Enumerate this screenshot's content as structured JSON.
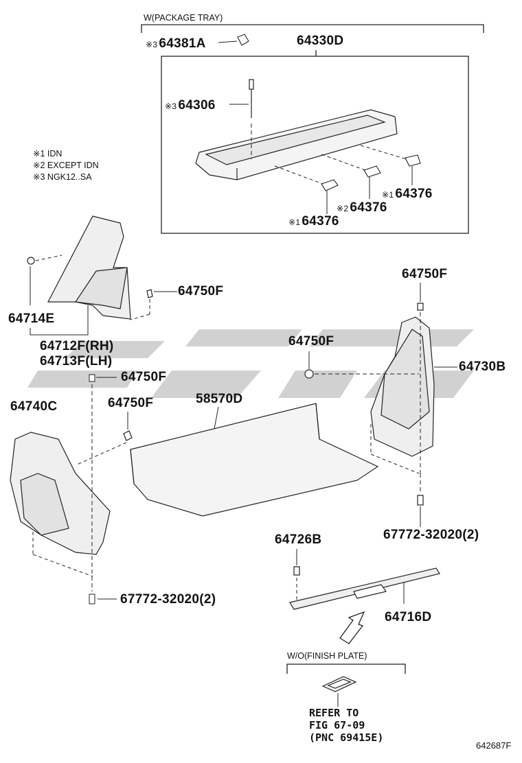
{
  "header": {
    "package_tray_label": "W(PACKAGE TRAY)",
    "finish_plate_label": "W/O(FINISH PLATE)"
  },
  "notes": [
    {
      "mark": "※1",
      "text": "IDN"
    },
    {
      "mark": "※2",
      "text": "EXCEPT IDN"
    },
    {
      "mark": "※3",
      "text": "NGK12..SA"
    }
  ],
  "parts": {
    "p64381A": {
      "mark": "※3",
      "number": "64381A"
    },
    "p64330D": {
      "mark": "",
      "number": "64330D"
    },
    "p64306": {
      "mark": "※3",
      "number": "64306"
    },
    "p64376_a": {
      "mark": "※1",
      "number": "64376"
    },
    "p64376_b": {
      "mark": "※2",
      "number": "64376"
    },
    "p64376_c": {
      "mark": "※1",
      "number": "64376"
    },
    "p64714E": {
      "mark": "",
      "number": "64714E"
    },
    "p64750F_a": {
      "mark": "",
      "number": "64750F"
    },
    "p64712F": {
      "mark": "",
      "number": "64712F(RH)"
    },
    "p64713F": {
      "mark": "",
      "number": "64713F(LH)"
    },
    "p64750F_b": {
      "mark": "",
      "number": "64750F"
    },
    "p64750F_c": {
      "mark": "",
      "number": "64750F"
    },
    "p64740C": {
      "mark": "",
      "number": "64740C"
    },
    "p58570D": {
      "mark": "",
      "number": "58570D"
    },
    "p64750F_d": {
      "mark": "",
      "number": "64750F"
    },
    "p64750F_e": {
      "mark": "",
      "number": "64750F"
    },
    "p64730B": {
      "mark": "",
      "number": "64730B"
    },
    "p67772_right": {
      "mark": "",
      "number": "67772-32020(2)"
    },
    "p67772_left": {
      "mark": "",
      "number": "67772-32020(2)"
    },
    "p64726B": {
      "mark": "",
      "number": "64726B"
    },
    "p64716D": {
      "mark": "",
      "number": "64716D"
    }
  },
  "reference": {
    "line1": "REFER TO",
    "line2": "FIG 67-09",
    "line3": "(PNC 69415E)"
  },
  "figure_code": "642687F",
  "colors": {
    "line": "#222222",
    "watermark": "#c9c9c9",
    "part_fill": "#ededed"
  }
}
